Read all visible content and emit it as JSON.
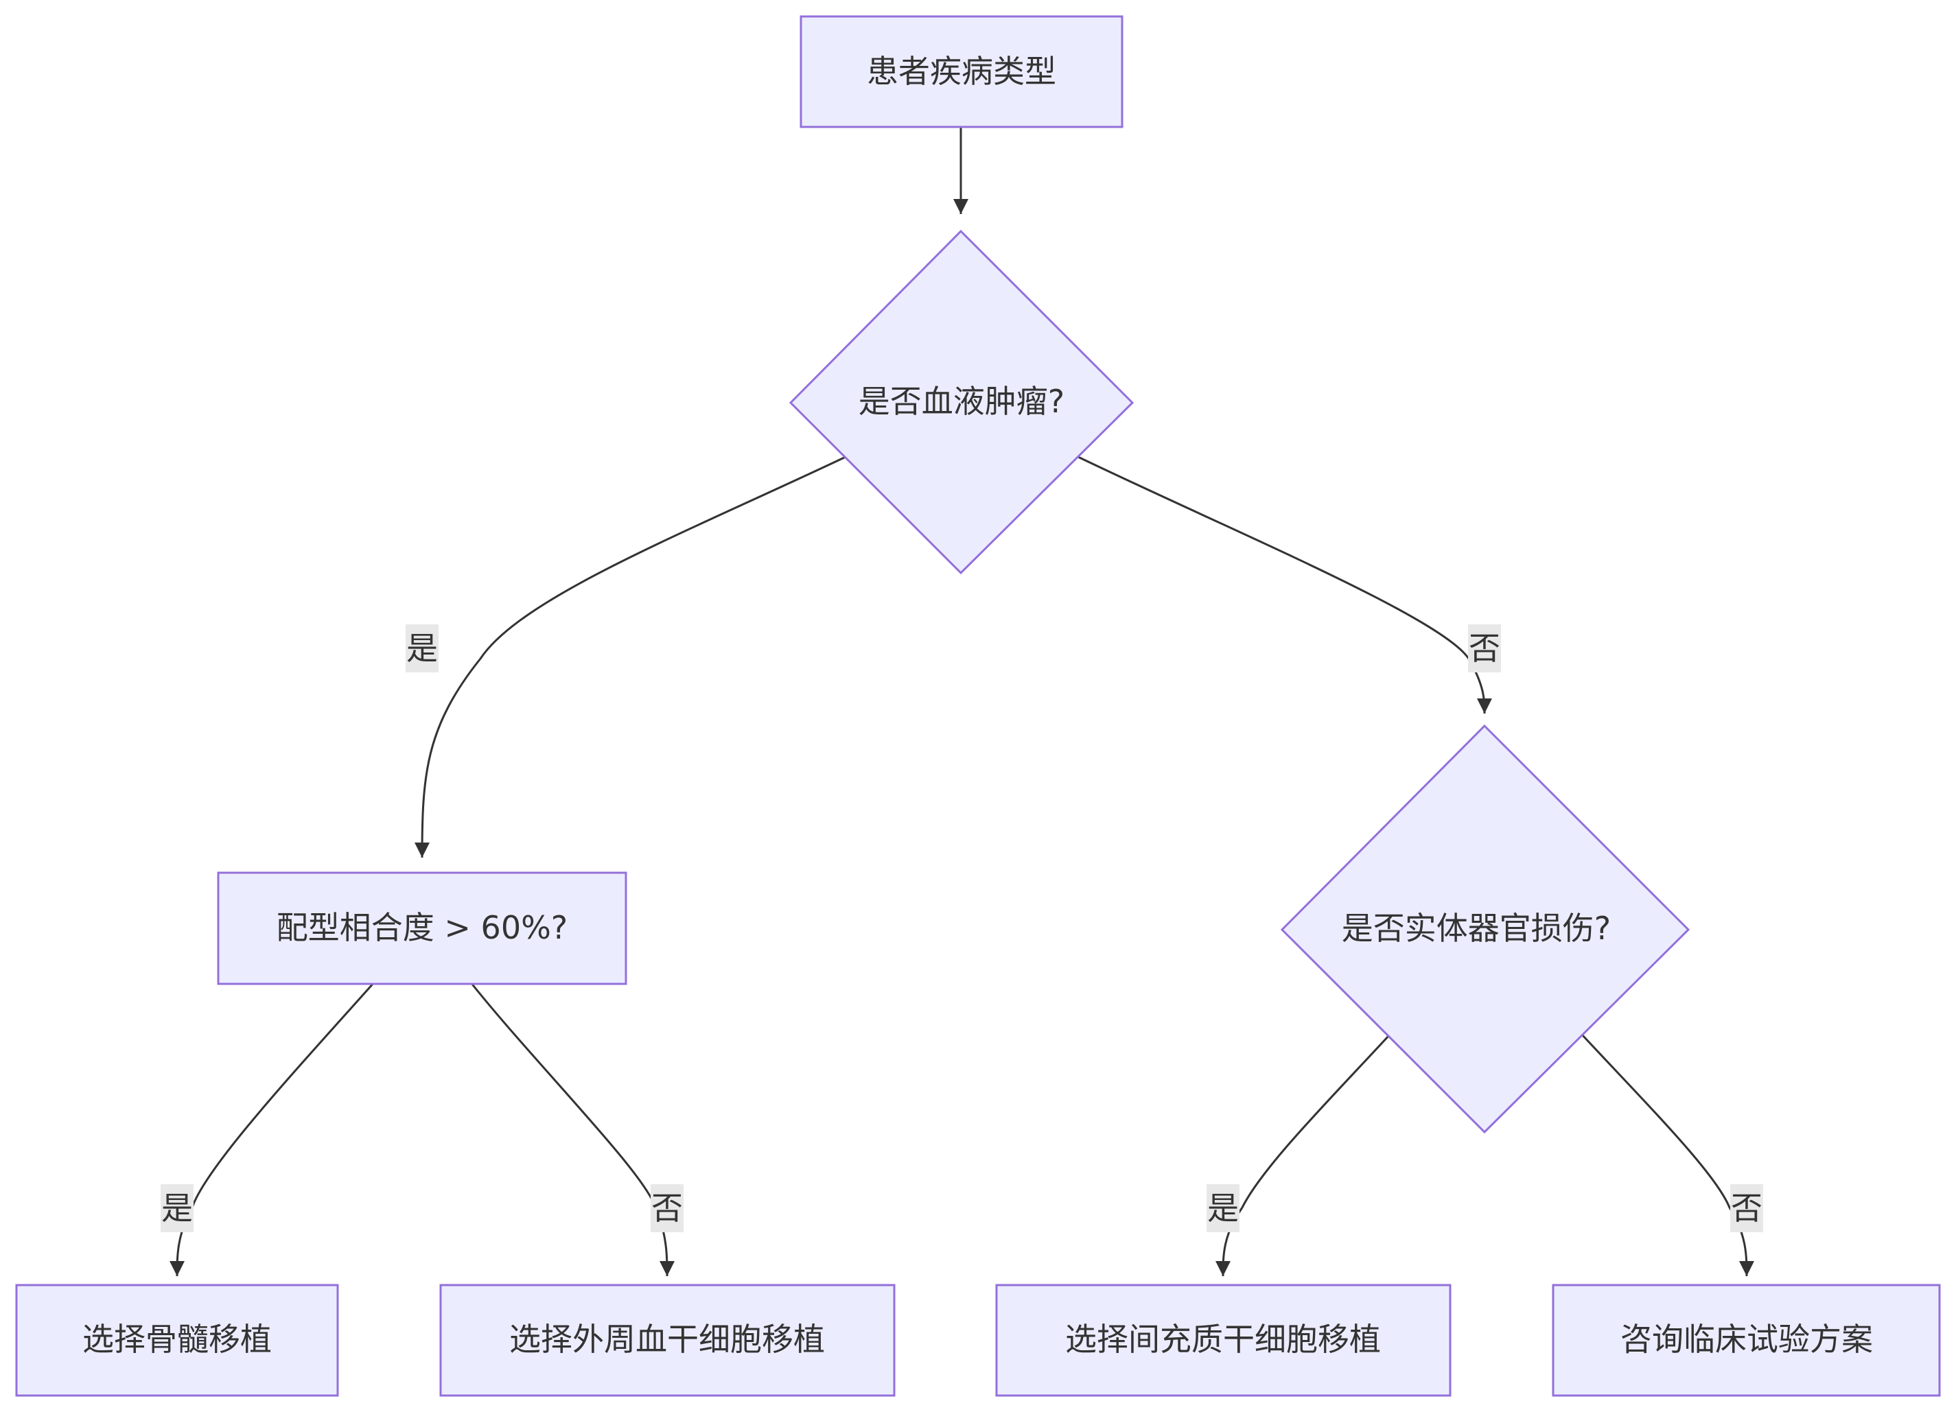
{
  "colors": {
    "node_fill": "#ECECFF",
    "node_stroke": "#9370DB",
    "edge": "#333333",
    "label_bg": "#e8e8e8",
    "text": "#333333"
  },
  "nodes": {
    "start": "患者疾病类型",
    "q_blood_tumor": "是否血液肿瘤?",
    "q_match": "配型相合度 > 60%?",
    "q_solid_organ": "是否实体器官损伤?",
    "bone_marrow": "选择骨髓移植",
    "peripheral_blood": "选择外周血干细胞移植",
    "mesenchymal": "选择间充质干细胞移植",
    "clinical_trial": "咨询临床试验方案"
  },
  "edge_labels": {
    "blood_yes": "是",
    "blood_no": "否",
    "match_yes": "是",
    "match_no": "否",
    "organ_yes": "是",
    "organ_no": "否"
  }
}
